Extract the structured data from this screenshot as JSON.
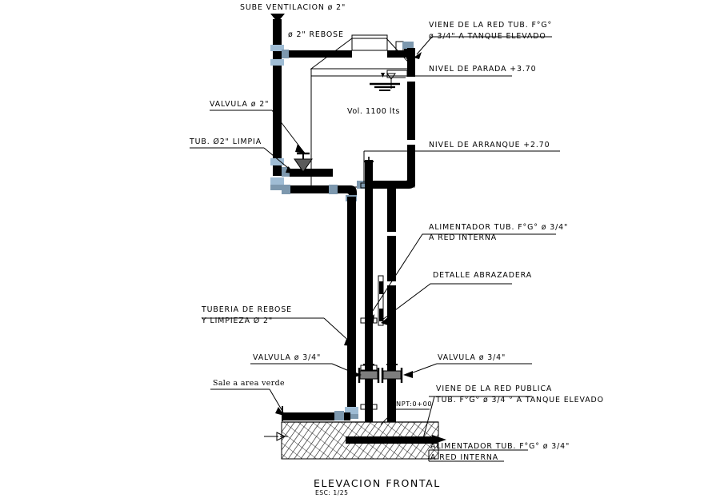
{
  "drawing": {
    "title": "ELEVACION FRONTAL",
    "scale_label": "ESC: 1/25",
    "tank_volume": "Vol. 1100 lts"
  },
  "annotations": {
    "vent_top": "SUBE VENTILACION ø 2\"",
    "rebose_top": "ø 2\" REBOSE",
    "red_tub_line1": "VIENE DE LA RED TUB. F°G°",
    "red_tub_line2": "ø 3/4\" A TANQUE ELEVADO",
    "nivel_parada": "NIVEL DE PARADA +3.70",
    "nivel_arranque": "NIVEL DE ARRANQUE +2.70",
    "valvula_2": "VALVULA ø 2\"",
    "tub_limpia": "TUB. Ø2\" LIMPIA",
    "alimentador_line1": "ALIMENTADOR TUB. F°G° ø 3/4\"",
    "alimentador_line2": "A RED INTERNA",
    "detalle_abrazadera": "DETALLE ABRAZADERA",
    "tuberia_rebose_line1": "TUBERIA DE REBOSE",
    "tuberia_rebose_line2": "Y LIMPIEZA Ø 2\"",
    "valvula_34_left": "VALVULA ø 3/4\"",
    "valvula_34_right": "VALVULA ø 3/4\"",
    "sale_area_verde": "Sale a area verde",
    "red_publica_line1": "VIENE DE LA RED PUBLICA",
    "red_publica_line2": "TUB. F°G° ø 3/4 ° A TANQUE ELEVADO",
    "npt": "NPT:0+00",
    "alimentador_bottom_line1": "ALIMENTADOR TUB. F°G° ø 3/4\"",
    "alimentador_bottom_line2": "A RED INTERNA"
  },
  "colors": {
    "line": "#000000",
    "pipe": "#000000",
    "coupling": "#9fbcd4",
    "coupling_shade": "#7d98ae",
    "background": "#ffffff"
  }
}
